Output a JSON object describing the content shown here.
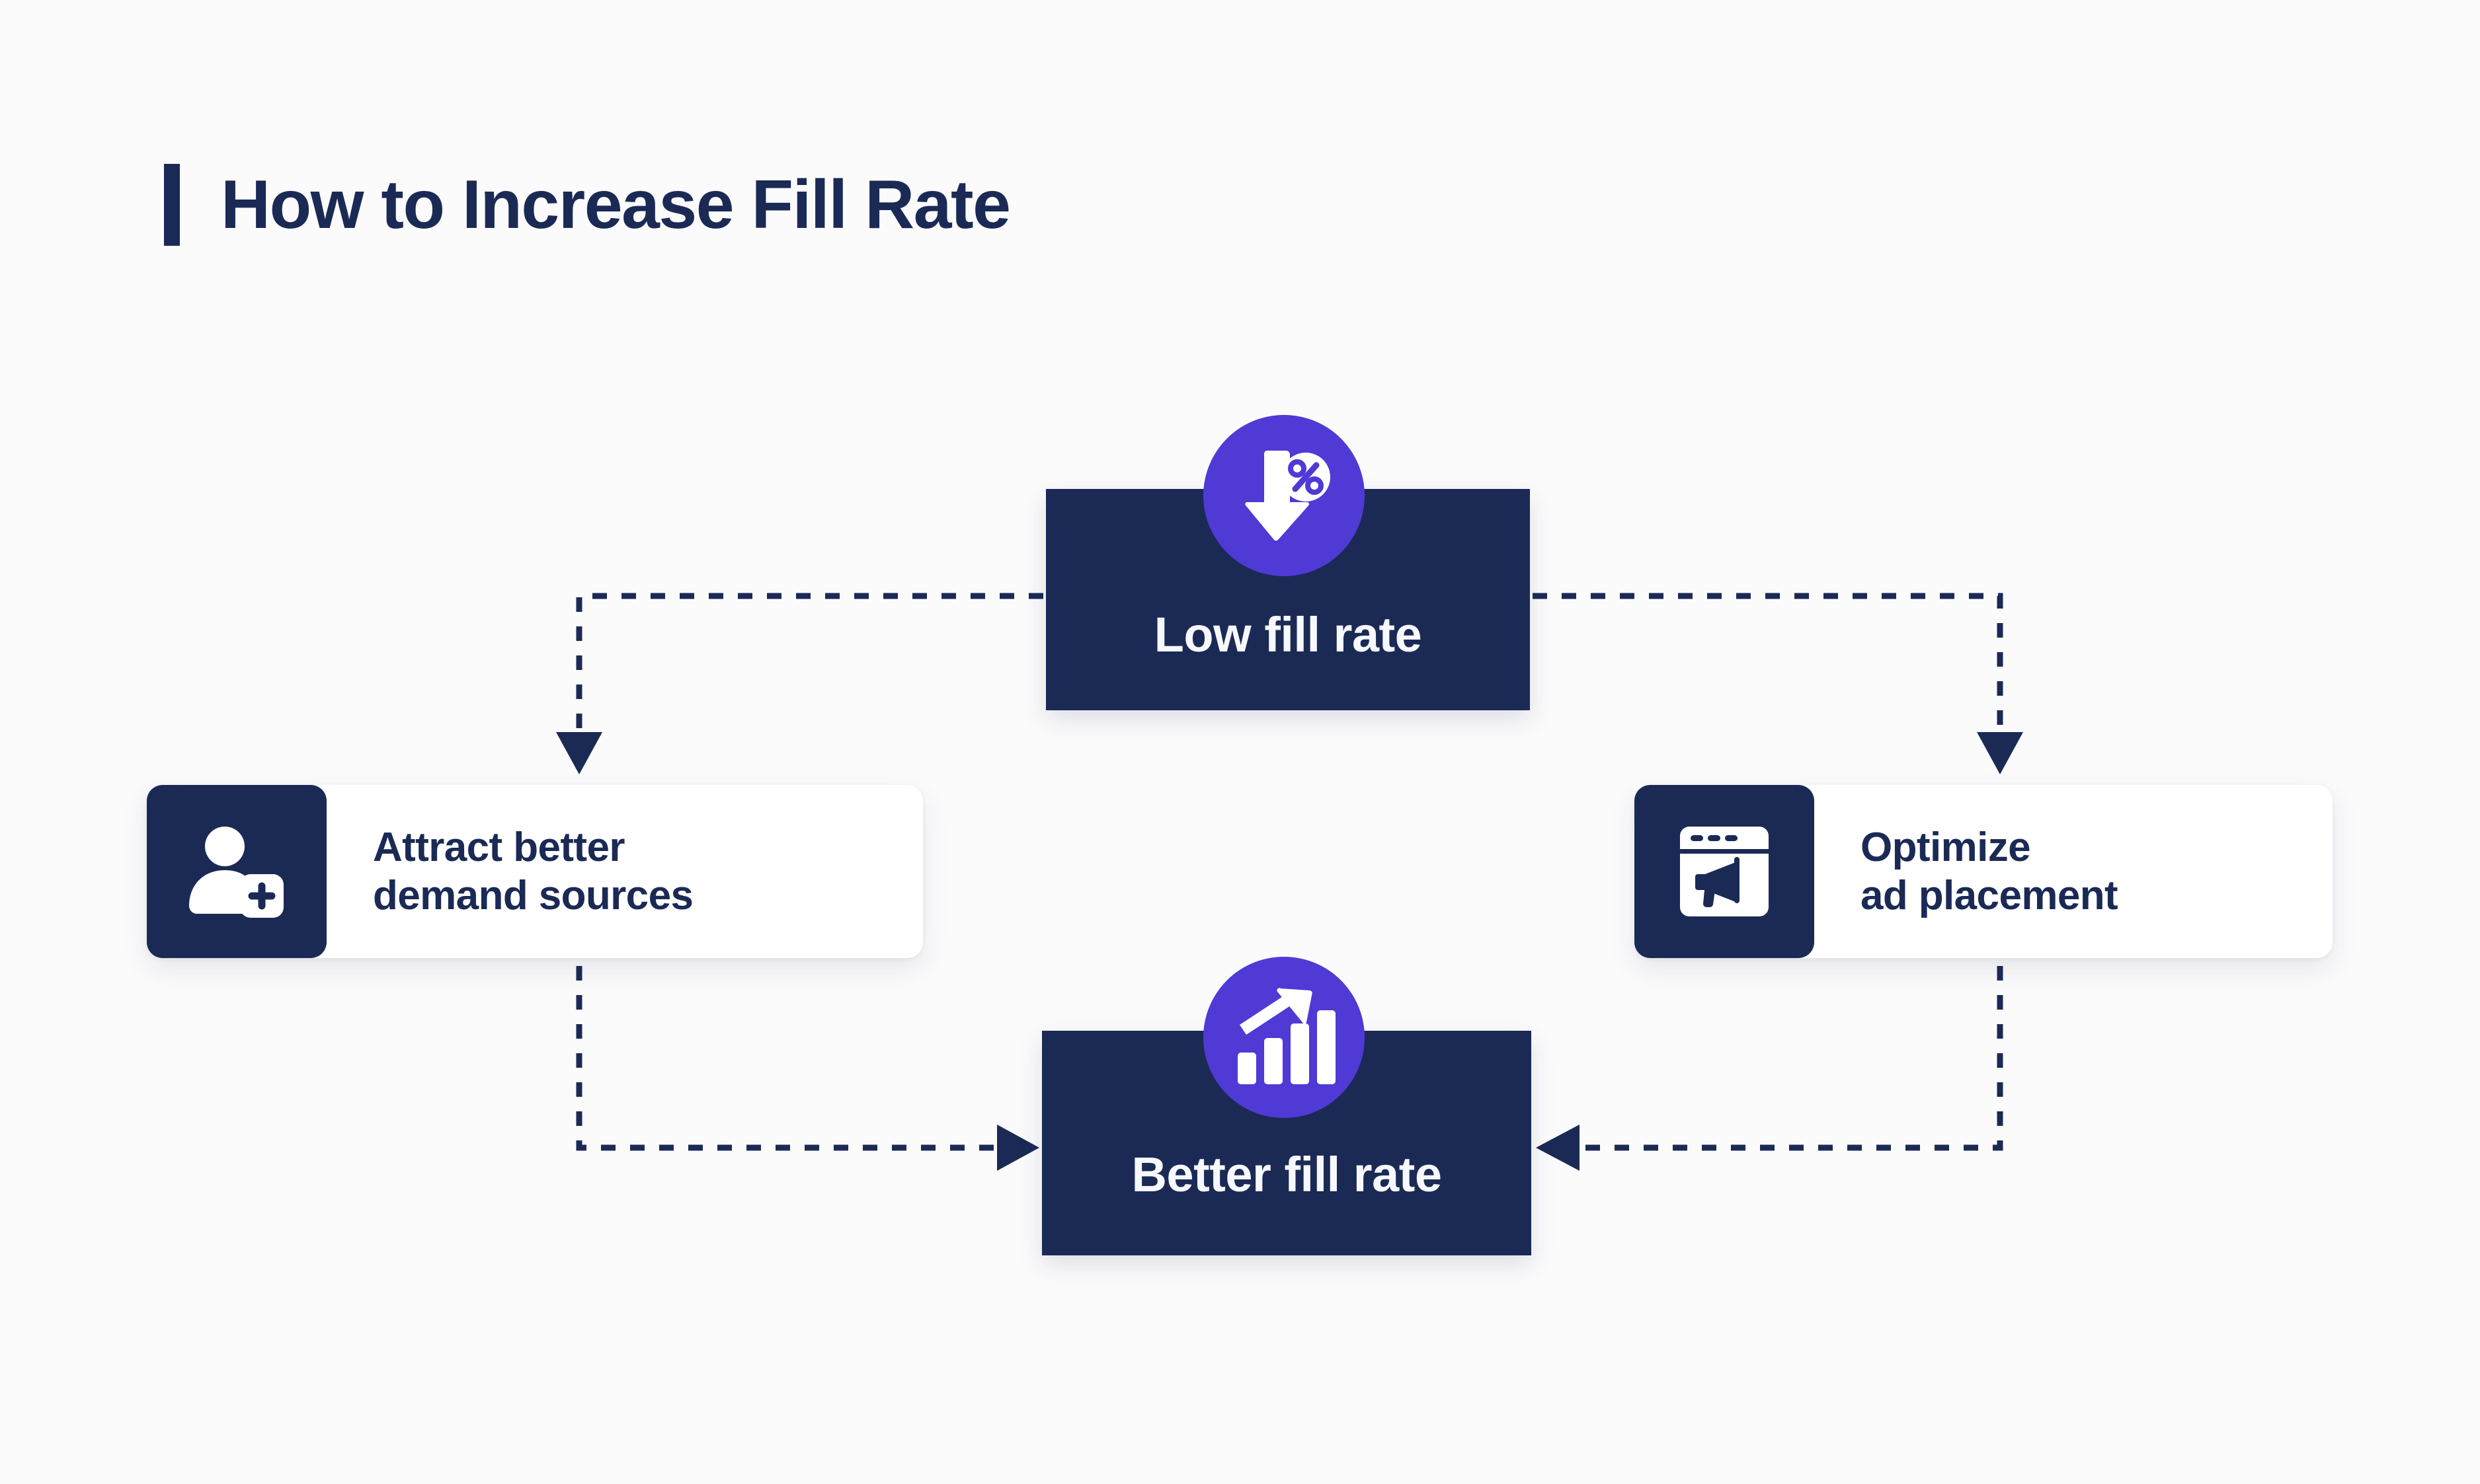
{
  "page": {
    "background_color": "#fbfbfc",
    "accent_navy": "#1b2a55",
    "accent_purple": "#4f3ad6"
  },
  "header": {
    "title": "How to Increase Fill Rate",
    "accent_bar_color": "#1b2a55"
  },
  "diagram": {
    "type": "flow",
    "nodes": [
      {
        "id": "low-fill-rate",
        "label": "Low fill rate",
        "style": "dark-node",
        "icon": "percent-down-arrow-icon",
        "badge_color": "#4f3ad6",
        "box_color": "#1b2a55",
        "text_color": "#f6f8fd"
      },
      {
        "id": "attract-demand",
        "label": "Attract better\ndemand sources",
        "style": "card",
        "icon": "add-user-icon",
        "icon_block_color": "#1b2a55",
        "card_color": "#ffffff",
        "text_color": "#1b2a55"
      },
      {
        "id": "optimize-placement",
        "label": "Optimize\nad placement",
        "style": "card",
        "icon": "browser-megaphone-icon",
        "icon_block_color": "#1b2a55",
        "card_color": "#ffffff",
        "text_color": "#1b2a55"
      },
      {
        "id": "better-fill-rate",
        "label": "Better fill rate",
        "style": "dark-node",
        "icon": "growth-chart-arrow-icon",
        "badge_color": "#4f3ad6",
        "box_color": "#1b2a55",
        "text_color": "#f6f8fd"
      }
    ],
    "edges": [
      {
        "id": "edge-low-to-attract",
        "from": "low-fill-rate",
        "to": "attract-demand",
        "style": "dotted",
        "arrow": "down"
      },
      {
        "id": "edge-low-to-optimize",
        "from": "low-fill-rate",
        "to": "optimize-placement",
        "style": "dotted",
        "arrow": "down"
      },
      {
        "id": "edge-attract-to-better",
        "from": "attract-demand",
        "to": "better-fill-rate",
        "style": "dotted",
        "arrow": "right"
      },
      {
        "id": "edge-optimize-to-better",
        "from": "optimize-placement",
        "to": "better-fill-rate",
        "style": "dotted",
        "arrow": "left"
      }
    ]
  }
}
